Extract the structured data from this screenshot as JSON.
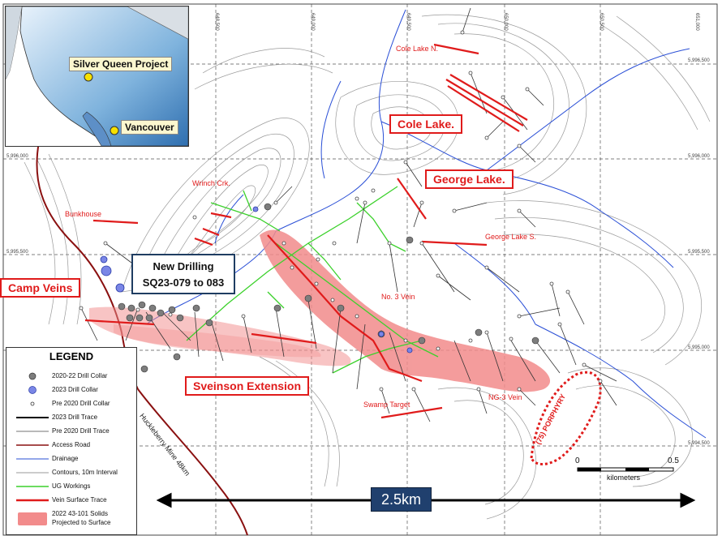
{
  "inset": {
    "project_label": "Silver Queen Project",
    "city_label": "Vancouver"
  },
  "labels": {
    "camp_veins": "Camp Veins",
    "new_drilling_line1": "New Drilling",
    "new_drilling_line2": "SQ23-079 to 083",
    "sveinson_extension": "Sveinson Extension",
    "cole_lake": "Cole Lake.",
    "george_lake": "George Lake.",
    "cole_lake_n": "Cole Lake N.",
    "wrinch_crk": "Wrinch Crk.",
    "bunkhouse": "Bunkhouse",
    "george_lake_s": "George Lake S.",
    "no3_vein": "No. 3 Vein",
    "ng3_vein": "NG-3 Vein",
    "swamp_target": "Swamp Target",
    "porphyry": "(75) PORPHYRY",
    "road_label": "Huckleberry Mine 48km"
  },
  "grid_labels": {
    "easting": [
      "648,500",
      "649,000",
      "649,500",
      "650,000",
      "650,500",
      "651,000"
    ],
    "northing_right": [
      "5,996,500",
      "5,996,000",
      "5,995,500",
      "5,995,000",
      "5,994,500"
    ],
    "northing_left": [
      "5,996,000",
      "5,995,500"
    ]
  },
  "scale": {
    "start": "0",
    "end": "0.5",
    "unit": "kilometers",
    "overall": "2.5km"
  },
  "legend": {
    "title": "LEGEND",
    "items": [
      {
        "label": "2020-22 Drill Collar"
      },
      {
        "label": "2023 Drill Collar"
      },
      {
        "label": "Pre 2020 Drill Collar"
      },
      {
        "label": "2023 Drill Trace"
      },
      {
        "label": "Pre 2020 Drill Trace"
      },
      {
        "label": "Access Road"
      },
      {
        "label": "Drainage"
      },
      {
        "label": "Contours, 10m Interval"
      },
      {
        "label": "UG Workings"
      },
      {
        "label": "Vein Surface Trace"
      },
      {
        "label": "2022 43-101 Solids"
      },
      {
        "label": "Projected to Surface"
      }
    ]
  },
  "colors": {
    "vein": "#e01b1b",
    "solids": "#f28b8b",
    "ug_workings": "#3bd12b",
    "drainage": "#2a4fd6",
    "road": "#8a1010",
    "contour": "#9a9a9a",
    "collar_2023": "#7a86e6",
    "collar_2020": "#7d7d7d"
  }
}
